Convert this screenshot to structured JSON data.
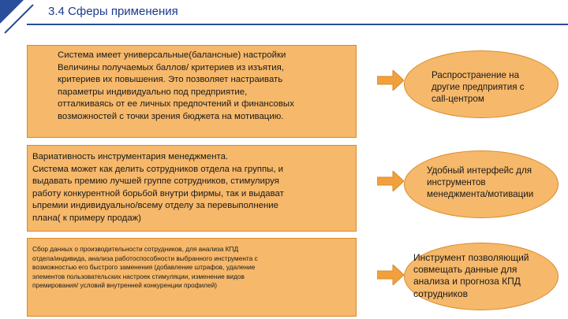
{
  "slide": {
    "title": "3.4 Сферы применения",
    "accent_color": "#2a4d9c",
    "fill_color": "#f6b86a"
  },
  "boxes": [
    {
      "text": "Система имеет универсальные(балансные) настройки\nВеличины получаемых баллов/ критериев из изъятия,\nкритериев их повышения. Это позволяет настраивать\nпараметры индивидуально под предприятие,\nотталкиваясь от ее личных предпочтений и финансовых\nвозможностей с точки зрения бюджета на мотивацию."
    },
    {
      "text": "Вариативность инструментария менеджмента.\nСистема может как делить сотрудников отдела на группы, и\nвыдавать премию лучшей группе сотрудников, стимулируя\nработу конкурентной борьбой внутри фирмы, так и выдават\nьпремии индивидуально/всему отделу за перевыполнение\nплана( к примеру продаж)"
    },
    {
      "text": "Сбор данных о производительности сотрудников, для анализа КПД\nотдела/индивида, анализа работоспособности выбранного инструмента с\nвозможностью его быстрого заменения (добавление штрафов, удаление\nэлементов пользовательских настроек стимуляции, изменение видов\nпремирования/ условий внутренней конкуренции профилей)"
    }
  ],
  "ovals": [
    {
      "text": "Распространение на\nдругие предприятия с\ncall-центром"
    },
    {
      "text": "Удобный интерфейс для\nинструментов\nменеджмента/мотивации"
    },
    {
      "text": "Инструмент позволяющий\nсовмещать данные для\nанализа и прогноза КПД\nсотрудников"
    }
  ]
}
